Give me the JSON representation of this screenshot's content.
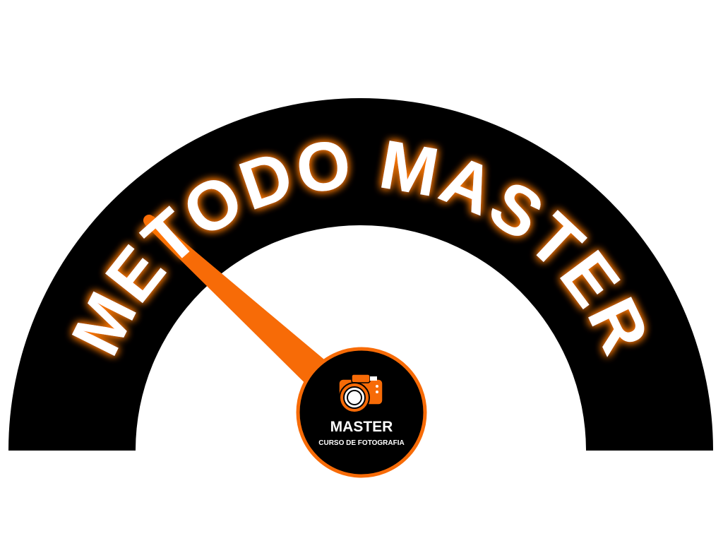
{
  "title": "METODO MASTER",
  "badge": {
    "brand": "MASTER",
    "subtitle": "CURSO DE FOTOGRAFIA",
    "icon": "camera-icon"
  },
  "gauge": {
    "needle_percent": 20
  },
  "colors": {
    "accent": "#f76b07",
    "arc": "#000000",
    "text": "#ffffff",
    "glow": "#ff7a00"
  }
}
